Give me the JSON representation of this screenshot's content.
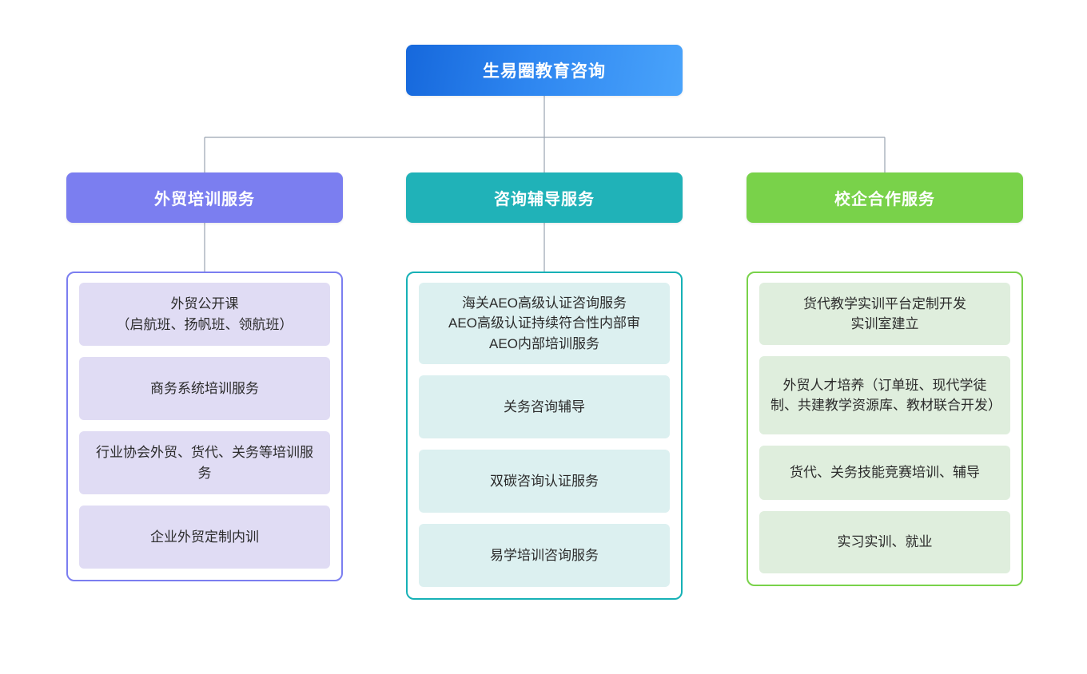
{
  "root": {
    "label": "生易圈教育咨询",
    "color": "#2e86f0"
  },
  "branches": [
    {
      "id": "waimao-peixun",
      "label": "外贸培训服务",
      "header_color": "#7b7ef0",
      "border_color": "#7b7ef0",
      "chip_color": "#e0dcf4",
      "items": [
        "外贸公开课\n（启航班、扬帆班、领航班）",
        "商务系统培训服务",
        "行业协会外贸、货代、关务等培训服务",
        "企业外贸定制内训"
      ]
    },
    {
      "id": "zixun-fudao",
      "label": "咨询辅导服务",
      "header_color": "#20b2b8",
      "border_color": "#16b1b6",
      "chip_color": "#dcf0f0",
      "items": [
        "海关AEO高级认证咨询服务\nAEO高级认证持续符合性内部审\nAEO内部培训服务",
        "关务咨询辅导",
        "双碳咨询认证服务",
        "易学培训咨询服务"
      ]
    },
    {
      "id": "xiaoqi-hezuo",
      "label": "校企合作服务",
      "header_color": "#79d24a",
      "border_color": "#79d24a",
      "chip_color": "#dfeedd",
      "items": [
        "货代教学实训平台定制开发\n实训室建立",
        "外贸人才培养（订单班、现代学徒制、共建教学资源库、教材联合开发）",
        "货代、关务技能竞赛培训、辅导",
        "实习实训、就业"
      ]
    }
  ],
  "connectors": {
    "line_color": "#9aa3b0"
  }
}
